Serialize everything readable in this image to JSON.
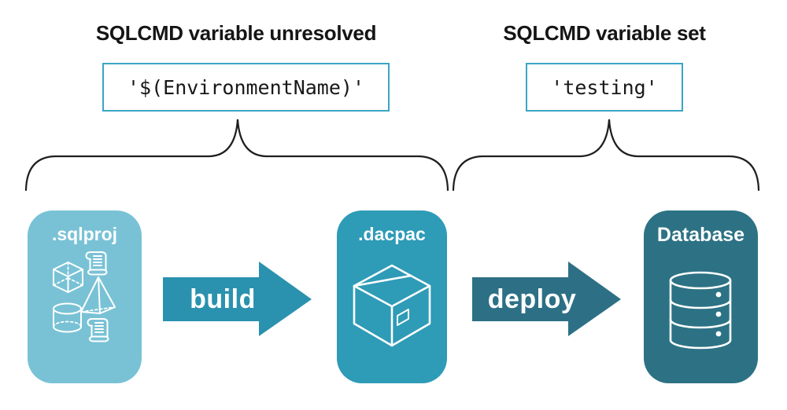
{
  "annotation_left": {
    "heading": "SQLCMD variable unresolved",
    "code": "'$(EnvironmentName)'"
  },
  "annotation_right": {
    "heading": "SQLCMD variable set",
    "code": "'testing'"
  },
  "pipeline": {
    "sqlproj": {
      "label": ".sqlproj",
      "icons": [
        "scroll-icon",
        "cube-icon",
        "pyramid-icon",
        "cylinder-icon",
        "scroll-icon"
      ]
    },
    "build": {
      "label": "build"
    },
    "dacpac": {
      "label": ".dacpac",
      "icon": "package-icon"
    },
    "deploy": {
      "label": "deploy"
    },
    "database": {
      "label": "Database",
      "icon": "database-cylinder-icon"
    }
  },
  "colors": {
    "sqlproj_bg": "#79c2d5",
    "dacpac_bg": "#2e9bb7",
    "database_bg": "#2c7284",
    "build_arrow": "#2a92af",
    "deploy_arrow": "#2d7086",
    "code_border": "#3aa6c3",
    "brace": "#1f1f1f",
    "heading_text": "#151515",
    "code_text": "#181818"
  }
}
